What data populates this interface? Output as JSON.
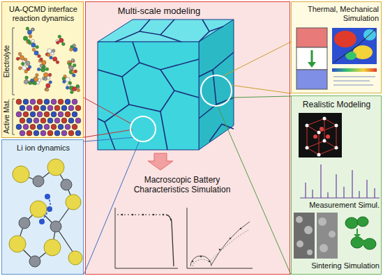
{
  "diagram": {
    "nodes": [
      {
        "text": [
          "UA-QCMD interface reaction dynamics"
        ]
      },
      {
        "text": [
          "Li ion dynamics"
        ]
      },
      {
        "text": [
          "Multi-scale modeling",
          "Macroscopic Battery Characteristics Simulation"
        ]
      },
      {
        "text": [
          "Thermal, Mechanical Simulation"
        ]
      },
      {
        "text": [
          "Realistic Modeling",
          "Measurement Simul.",
          "Sintering Simulation"
        ]
      }
    ],
    "labels": [
      "Electrolyte",
      "Active Mat."
    ]
  }
}
